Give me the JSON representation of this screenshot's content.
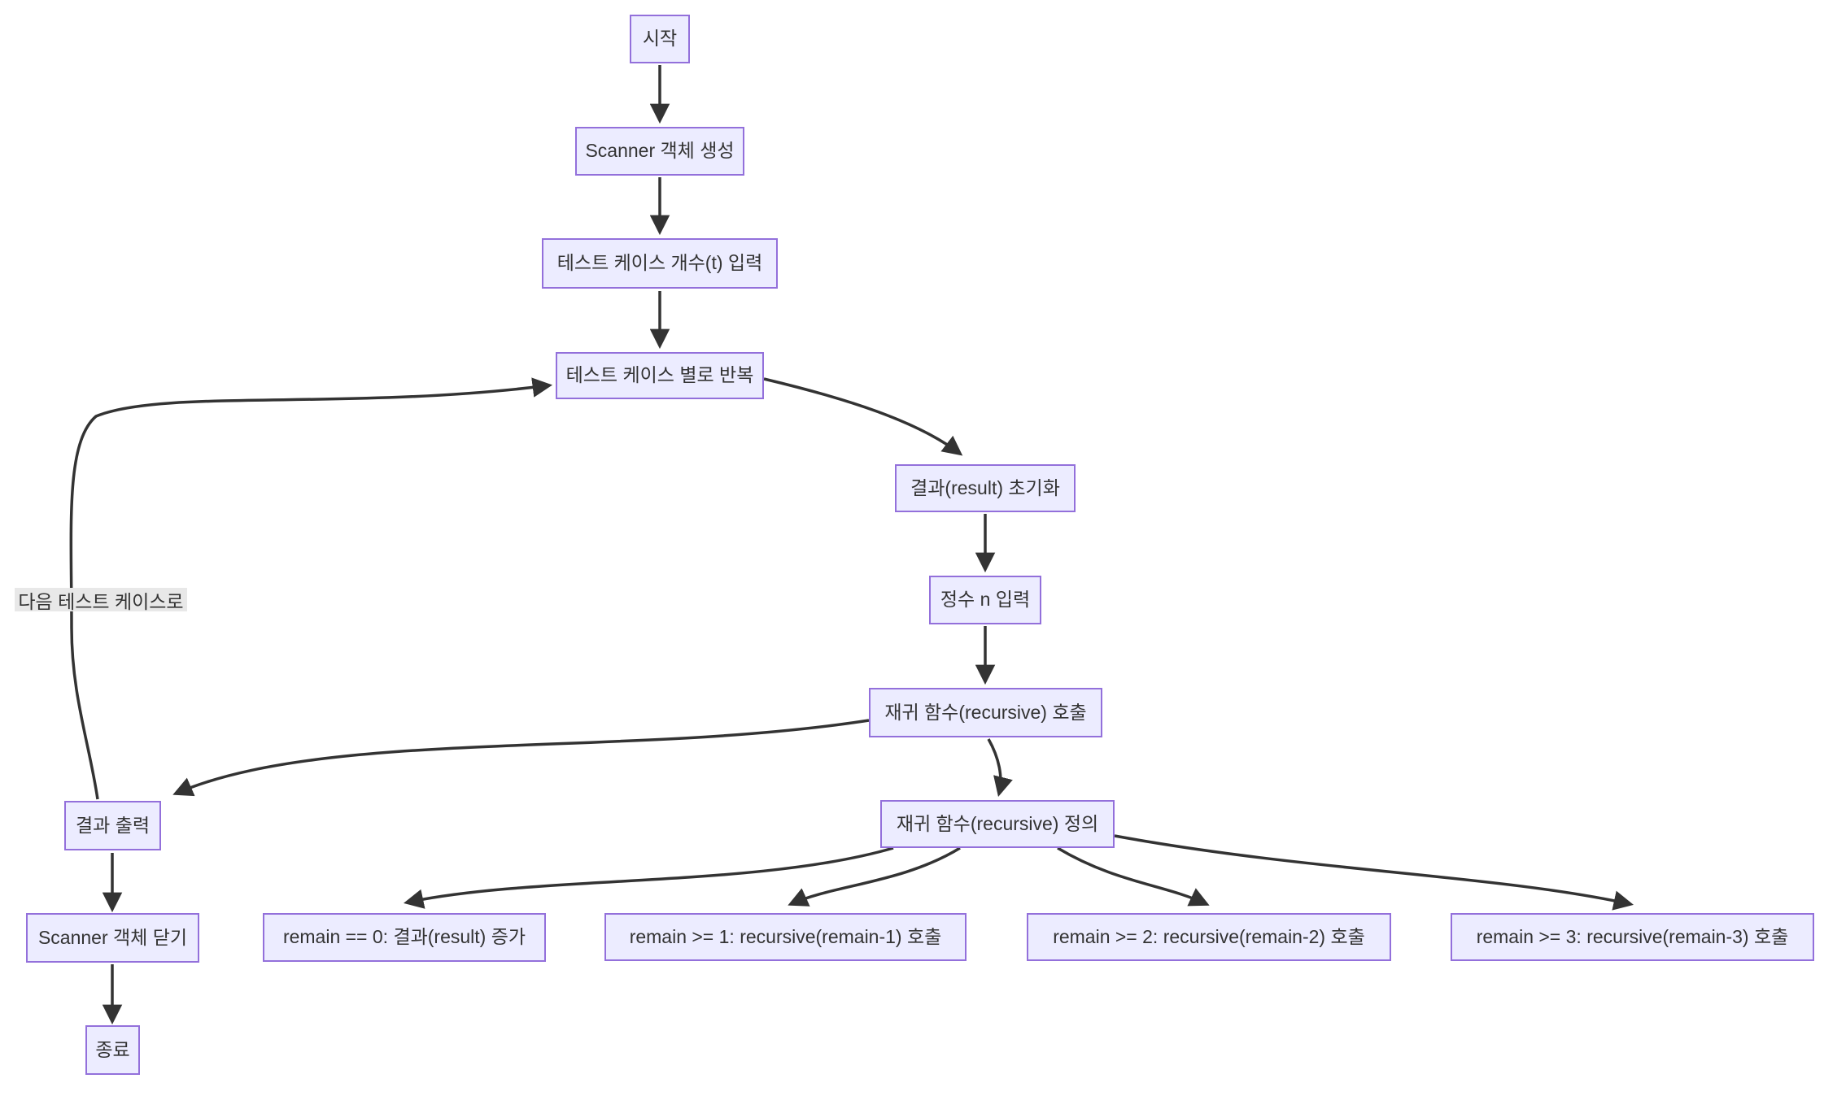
{
  "diagram": {
    "type": "flowchart",
    "direction": "top-down",
    "colors": {
      "background": "#ffffff",
      "node_fill": "#ECECFF",
      "node_border": "#9370DB",
      "text": "#333333",
      "edge": "#333333",
      "edge_label_background": "#e8e8e8"
    },
    "nodes": [
      {
        "id": "start",
        "label": "시작"
      },
      {
        "id": "scanner-create",
        "label": "Scanner 객체 생성"
      },
      {
        "id": "input-t",
        "label": "테스트 케이스 개수(t) 입력"
      },
      {
        "id": "loop",
        "label": "테스트 케이스 별로 반복"
      },
      {
        "id": "init-result",
        "label": "결과(result) 초기화"
      },
      {
        "id": "input-n",
        "label": "정수 n 입력"
      },
      {
        "id": "call-recursive",
        "label": "재귀 함수(recursive) 호출"
      },
      {
        "id": "define-recursive",
        "label": "재귀 함수(recursive) 정의"
      },
      {
        "id": "branch-0",
        "label": "remain == 0: 결과(result) 증가"
      },
      {
        "id": "branch-1",
        "label": "remain >= 1: recursive(remain-1) 호출"
      },
      {
        "id": "branch-2",
        "label": "remain >= 2: recursive(remain-2) 호출"
      },
      {
        "id": "branch-3",
        "label": "remain >= 3: recursive(remain-3) 호출"
      },
      {
        "id": "output-result",
        "label": "결과 출력"
      },
      {
        "id": "scanner-close",
        "label": "Scanner 객체 닫기"
      },
      {
        "id": "end",
        "label": "종료"
      }
    ],
    "edges": [
      {
        "from": "start",
        "to": "scanner-create",
        "label": ""
      },
      {
        "from": "scanner-create",
        "to": "input-t",
        "label": ""
      },
      {
        "from": "input-t",
        "to": "loop",
        "label": ""
      },
      {
        "from": "loop",
        "to": "init-result",
        "label": ""
      },
      {
        "from": "init-result",
        "to": "input-n",
        "label": ""
      },
      {
        "from": "input-n",
        "to": "call-recursive",
        "label": ""
      },
      {
        "from": "call-recursive",
        "to": "define-recursive",
        "label": ""
      },
      {
        "from": "call-recursive",
        "to": "output-result",
        "label": ""
      },
      {
        "from": "output-result",
        "to": "loop",
        "label": "다음 테스트 케이스로"
      },
      {
        "from": "output-result",
        "to": "scanner-close",
        "label": ""
      },
      {
        "from": "scanner-close",
        "to": "end",
        "label": ""
      },
      {
        "from": "define-recursive",
        "to": "branch-0",
        "label": ""
      },
      {
        "from": "define-recursive",
        "to": "branch-1",
        "label": ""
      },
      {
        "from": "define-recursive",
        "to": "branch-2",
        "label": ""
      },
      {
        "from": "define-recursive",
        "to": "branch-3",
        "label": ""
      }
    ],
    "edge_label_text": "다음 테스트 케이스로"
  }
}
